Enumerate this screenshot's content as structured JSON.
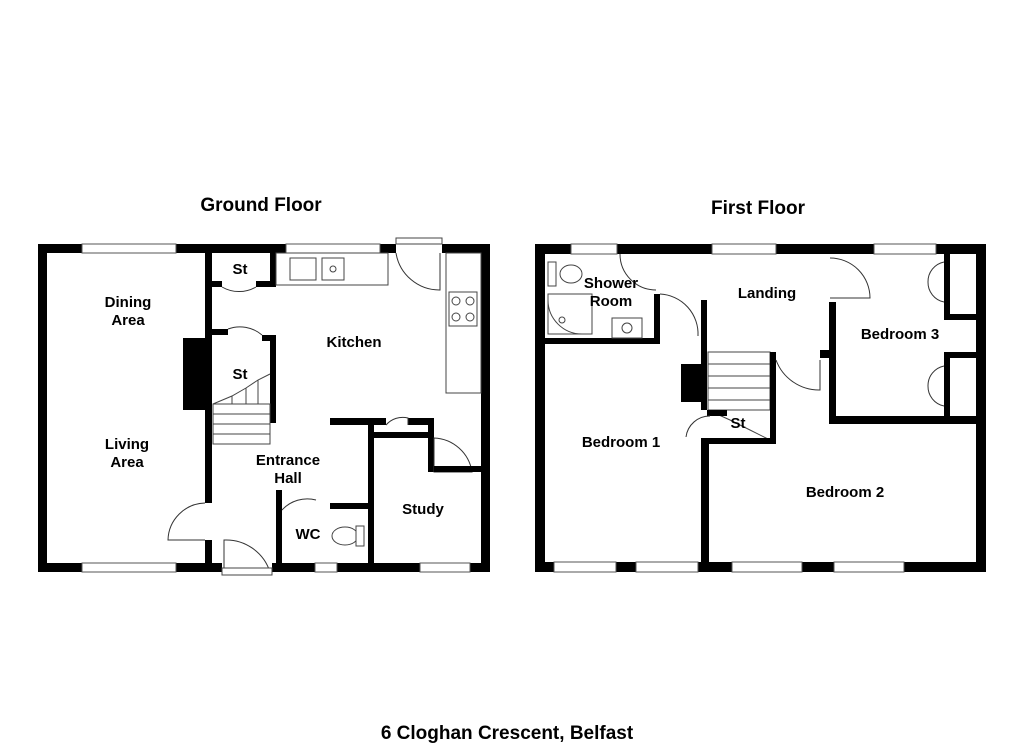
{
  "floors": [
    {
      "title": "Ground Floor",
      "rooms": [
        {
          "name": "dining",
          "label": "Dining\nArea"
        },
        {
          "name": "living",
          "label": "Living\nArea"
        },
        {
          "name": "kitchen",
          "label": "Kitchen"
        },
        {
          "name": "store-1",
          "label": "St"
        },
        {
          "name": "store-2",
          "label": "St"
        },
        {
          "name": "entrance-hall",
          "label": "Entrance\nHall"
        },
        {
          "name": "wc",
          "label": "WC"
        },
        {
          "name": "study",
          "label": "Study"
        }
      ]
    },
    {
      "title": "First Floor",
      "rooms": [
        {
          "name": "shower-room",
          "label": "Shower\nRoom"
        },
        {
          "name": "landing",
          "label": "Landing"
        },
        {
          "name": "bedroom-3",
          "label": "Bedroom 3"
        },
        {
          "name": "bedroom-1",
          "label": "Bedroom 1"
        },
        {
          "name": "store-3",
          "label": "St"
        },
        {
          "name": "bedroom-2",
          "label": "Bedroom 2"
        }
      ]
    }
  ],
  "address": "6 Cloghan Crescent, Belfast"
}
